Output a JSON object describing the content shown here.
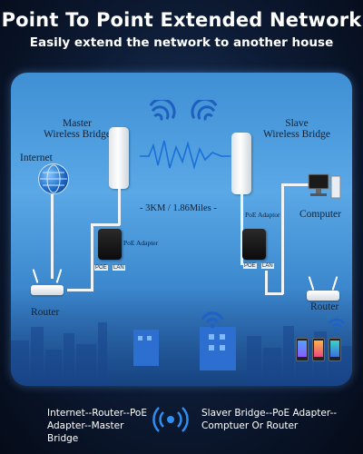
{
  "header": {
    "title": "Point To Point Extended Network",
    "subtitle": "Easily extend the network to another house"
  },
  "diagram": {
    "master_label_line1": "Master",
    "master_label_line2": "Wireless Bridge",
    "slave_label_line1": "Slave",
    "slave_label_line2": "Wireless Bridge",
    "internet_label": "Internet",
    "distance_label": "- 3KM / 1.86Miles -",
    "left_poe_label": "PoE Adapter",
    "right_poe_label": "PoE Adaptor",
    "poe_port": "POE",
    "lan_port": "LAN",
    "left_router_label": "Router",
    "right_router_label": "Router",
    "computer_label": "Computer"
  },
  "footer": {
    "left_line1": "Internet--Router--PoE",
    "left_line2": "Adapter--Master Bridge",
    "right_line1": "Slaver Bridge--PoE Adapter--",
    "right_line2": "Comptuer Or Router"
  },
  "colors": {
    "accent": "#2f8ff0",
    "wire": "#eef4fb",
    "panel_top": "#3f8fd4",
    "panel_bottom": "#1f5598"
  },
  "icons": [
    "wifi-icon",
    "globe-icon",
    "router-icon",
    "computer-icon",
    "phone-icon",
    "bridge-icon",
    "poe-adapter-icon",
    "building-icon"
  ]
}
